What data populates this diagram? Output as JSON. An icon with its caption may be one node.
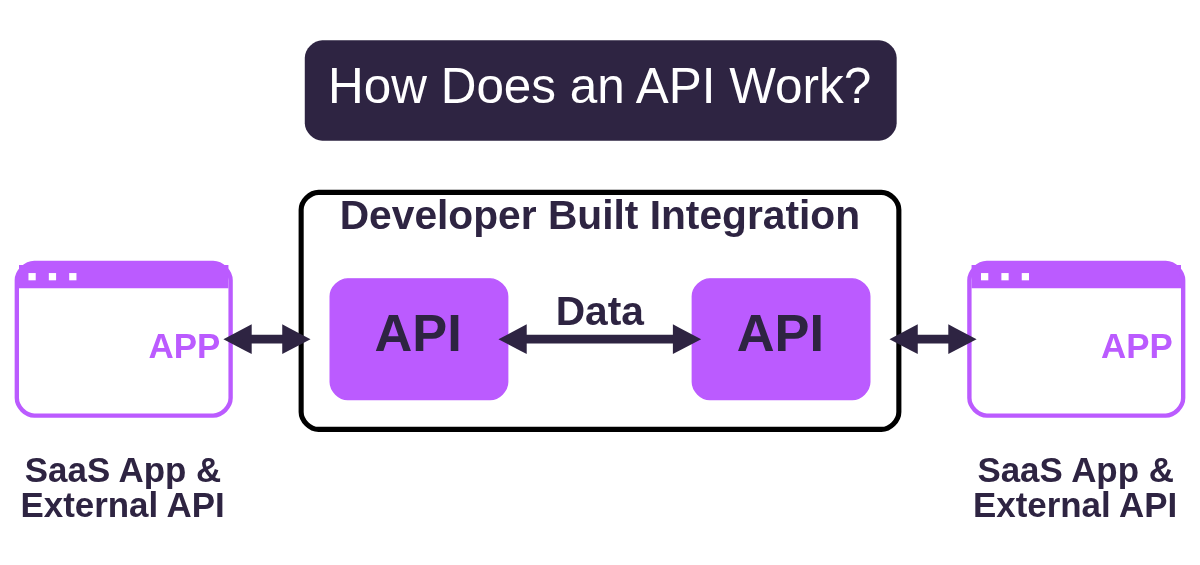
{
  "diagram": {
    "title": "How Does an API Work?",
    "nodes": [
      {
        "text": [
          "Developer Built Integration"
        ]
      },
      {
        "text": [
          "API"
        ],
        "in": 0
      },
      {
        "text": [
          "API"
        ],
        "in": 0
      },
      {
        "text": [
          "APP"
        ],
        "beside": [
          "SaaS App & External API"
        ]
      },
      {
        "text": [
          "APP"
        ],
        "beside": [
          "SaaS App & External API"
        ]
      }
    ],
    "edges": [
      {
        "from": 3,
        "to": 0,
        "arrow": "both"
      },
      {
        "from": 1,
        "to": 2,
        "arrow": "both",
        "label": "Data"
      },
      {
        "from": 0,
        "to": 4,
        "arrow": "both"
      }
    ]
  }
}
